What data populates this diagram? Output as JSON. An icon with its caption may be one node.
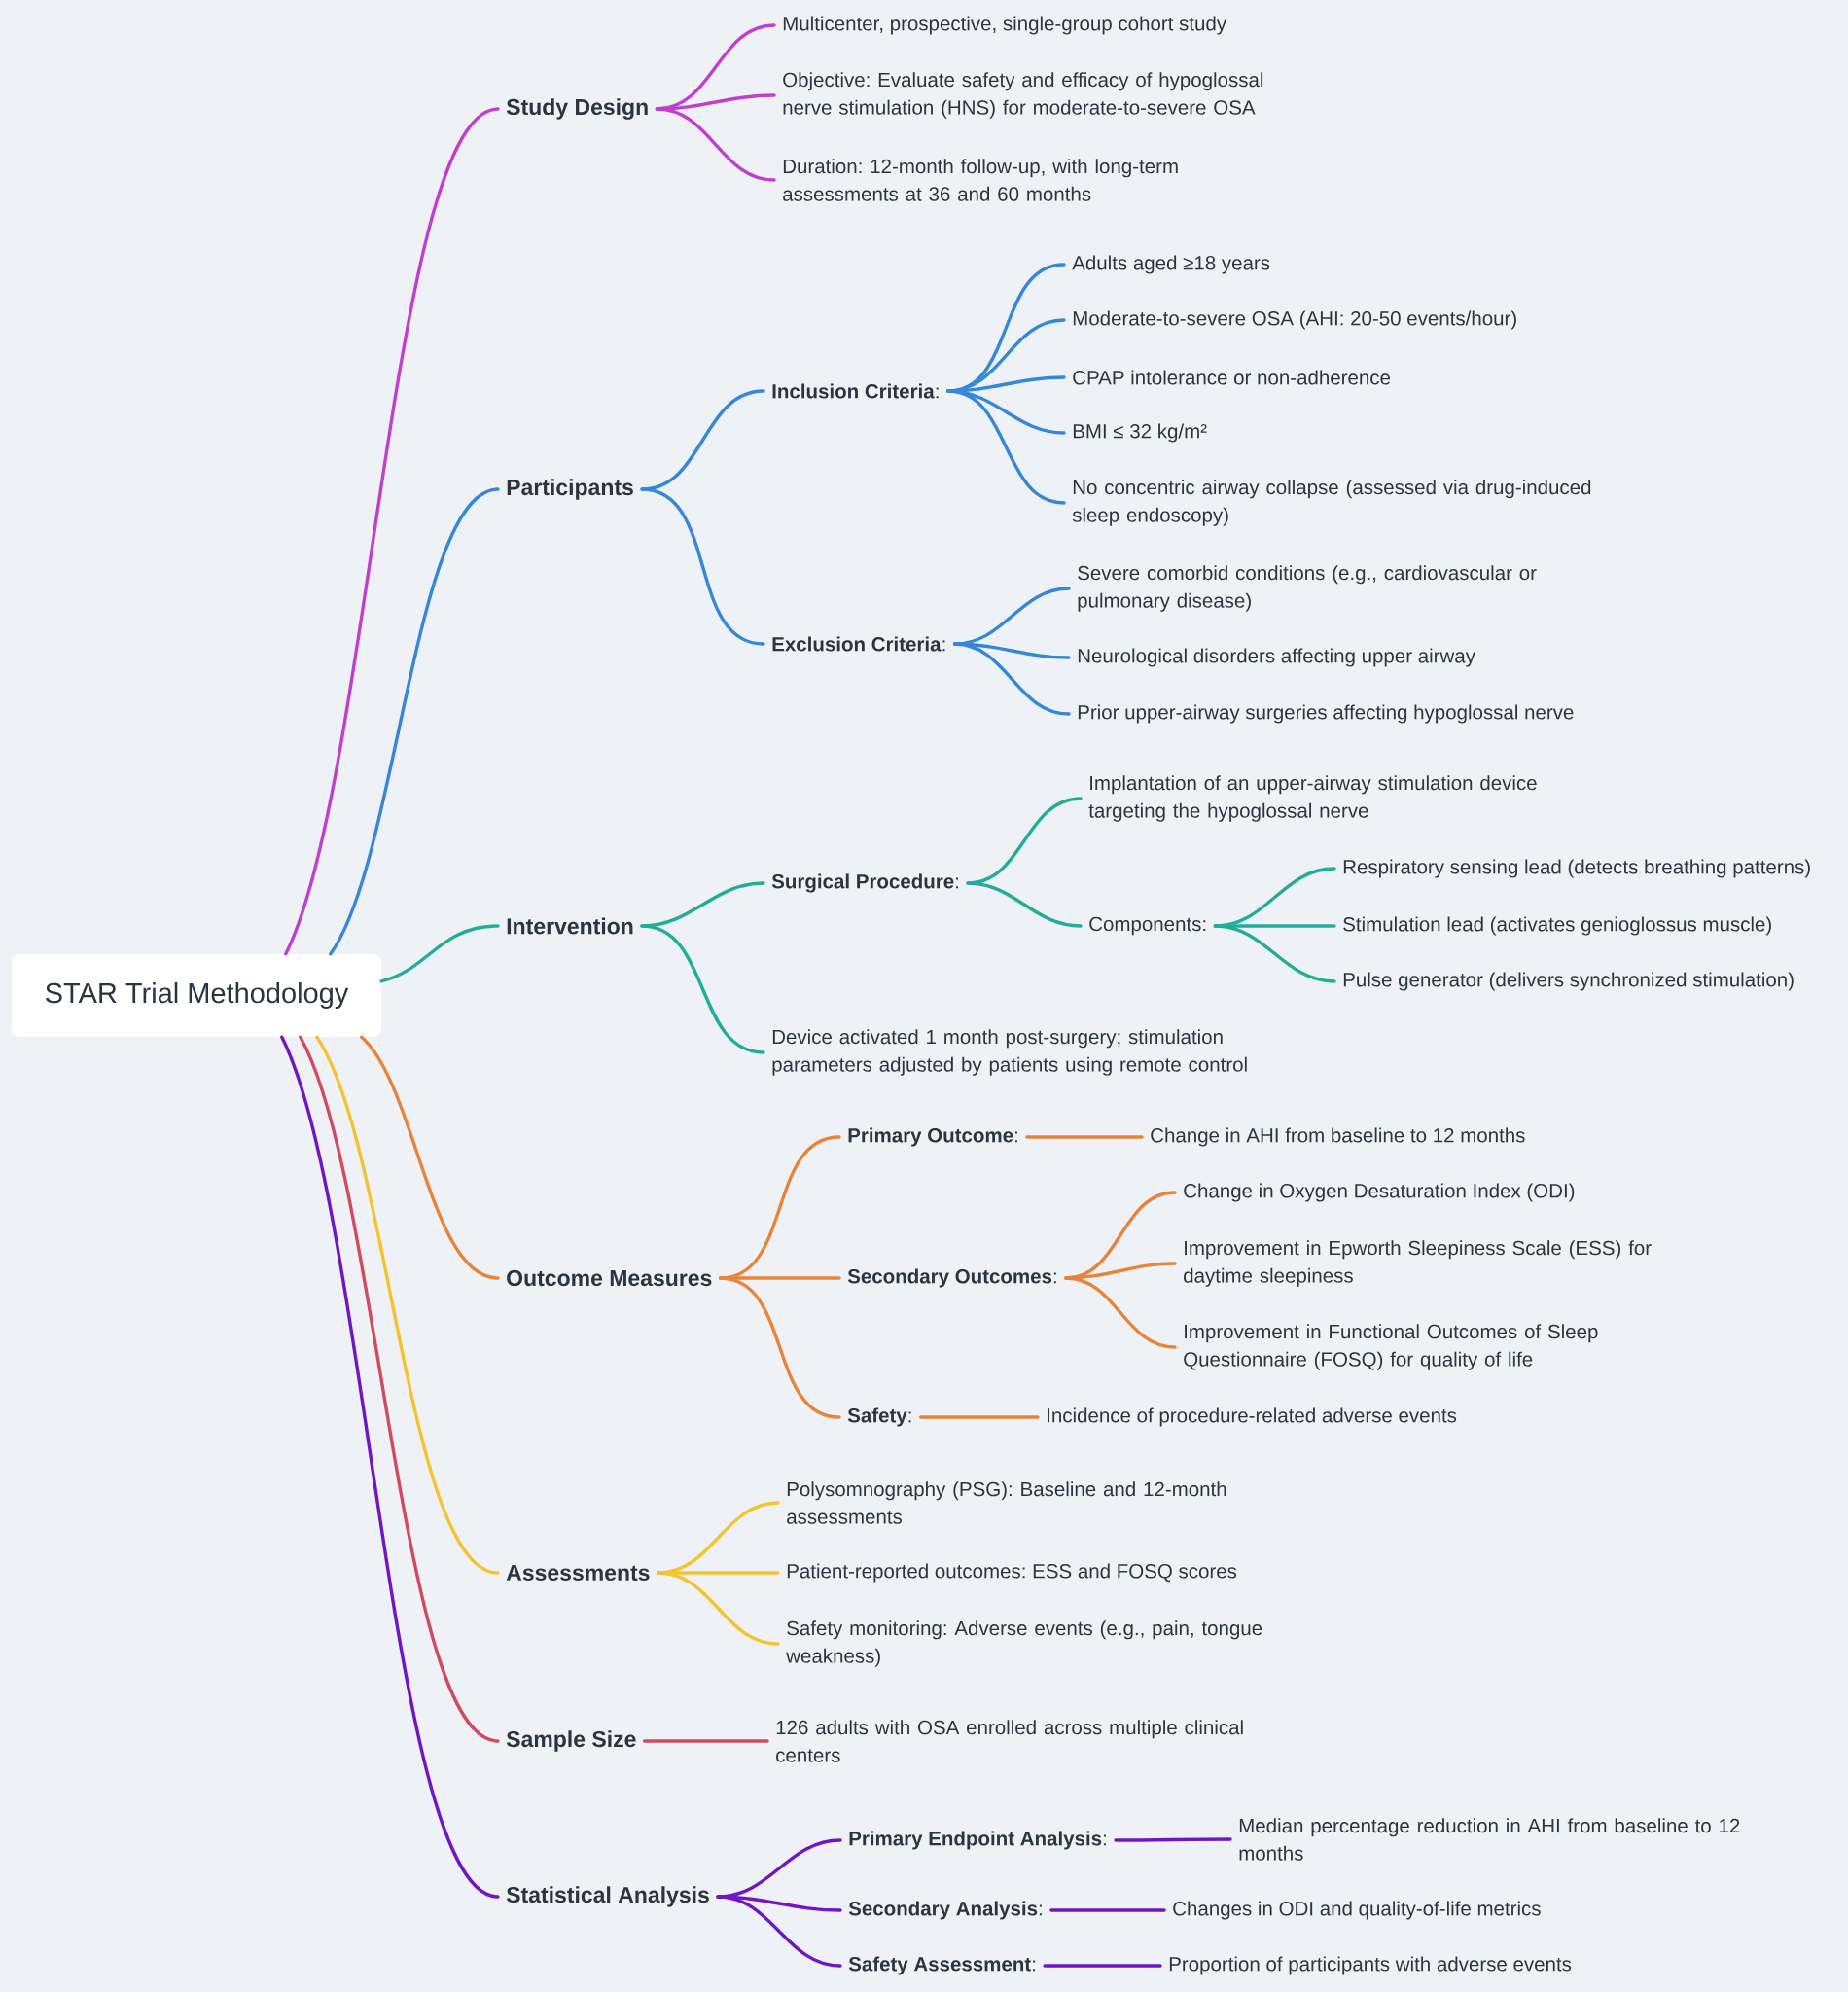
{
  "diagram": {
    "nodes": [
      {
        "text": [
          "STAR Trial Methodology"
        ]
      },
      {
        "text": [
          "Study Design"
        ]
      },
      {
        "text": [
          "Multicenter, prospective, single-group cohort study"
        ]
      },
      {
        "text": [
          "Objective: Evaluate safety and efficacy of hypoglossal nerve stimulation (HNS) for moderate-to-severe OSA"
        ]
      },
      {
        "text": [
          "Duration: 12-month follow-up, with long-term assessments at 36 and 60 months"
        ]
      },
      {
        "text": [
          "Participants"
        ]
      },
      {
        "text": [
          "**Inclusion Criteria**:"
        ]
      },
      {
        "text": [
          "Adults aged ≥18 years"
        ]
      },
      {
        "text": [
          "Moderate-to-severe OSA (AHI: 20-50 events/hour)"
        ]
      },
      {
        "text": [
          "CPAP intolerance or non-adherence"
        ]
      },
      {
        "text": [
          "BMI ≤ 32 kg/m²"
        ]
      },
      {
        "text": [
          "No concentric airway collapse (assessed via drug-induced sleep endoscopy)"
        ]
      },
      {
        "text": [
          "**Exclusion Criteria**:"
        ]
      },
      {
        "text": [
          "Severe comorbid conditions (e.g., cardiovascular or pulmonary disease)"
        ]
      },
      {
        "text": [
          "Neurological disorders affecting upper airway"
        ]
      },
      {
        "text": [
          "Prior upper-airway surgeries affecting hypoglossal nerve"
        ]
      },
      {
        "text": [
          "Intervention"
        ]
      },
      {
        "text": [
          "**Surgical Procedure**:"
        ]
      },
      {
        "text": [
          "Implantation of an upper-airway stimulation device targeting the hypoglossal nerve"
        ]
      },
      {
        "text": [
          "Components:"
        ]
      },
      {
        "text": [
          "Respiratory sensing lead (detects breathing patterns)"
        ]
      },
      {
        "text": [
          "Stimulation lead (activates genioglossus muscle)"
        ]
      },
      {
        "text": [
          "Pulse generator (delivers synchronized stimulation)"
        ]
      },
      {
        "text": [
          "Device activated 1 month post-surgery; stimulation parameters adjusted by patients using remote control"
        ]
      },
      {
        "text": [
          "Outcome Measures"
        ]
      },
      {
        "text": [
          "**Primary Outcome**:"
        ]
      },
      {
        "text": [
          "Change in AHI from baseline to 12 months"
        ]
      },
      {
        "text": [
          "**Secondary Outcomes**:"
        ]
      },
      {
        "text": [
          "Change in Oxygen Desaturation Index (ODI)"
        ]
      },
      {
        "text": [
          "Improvement in Epworth Sleepiness Scale (ESS) for daytime sleepiness"
        ]
      },
      {
        "text": [
          "Improvement in Functional Outcomes of Sleep Questionnaire (FOSQ) for quality of life"
        ]
      },
      {
        "text": [
          "**Safety**:"
        ]
      },
      {
        "text": [
          "Incidence of procedure-related adverse events"
        ]
      },
      {
        "text": [
          "Assessments"
        ]
      },
      {
        "text": [
          "Polysomnography (PSG): Baseline and 12-month assessments"
        ]
      },
      {
        "text": [
          "Patient-reported outcomes: ESS and FOSQ scores"
        ]
      },
      {
        "text": [
          "Safety monitoring: Adverse events (e.g., pain, tongue weakness)"
        ]
      },
      {
        "text": [
          "Sample Size"
        ]
      },
      {
        "text": [
          "126 adults with OSA enrolled across multiple clinical centers"
        ]
      },
      {
        "text": [
          "Statistical Analysis"
        ]
      },
      {
        "text": [
          "**Primary Endpoint Analysis**:"
        ]
      },
      {
        "text": [
          "Median percentage reduction in AHI from baseline to 12 months"
        ]
      },
      {
        "text": [
          "**Secondary Analysis**:"
        ]
      },
      {
        "text": [
          "Changes in ODI and quality-of-life metrics"
        ]
      },
      {
        "text": [
          "**Safety Assessment**:"
        ]
      },
      {
        "text": [
          "Proportion of participants with adverse events"
        ]
      }
    ],
    "edges": [
      {
        "from": 0,
        "to": 1,
        "arrow": "none",
        "color": "#c03fce"
      },
      {
        "from": 1,
        "to": 2,
        "arrow": "none",
        "color": "#c03fce"
      },
      {
        "from": 1,
        "to": 3,
        "arrow": "none",
        "color": "#c03fce"
      },
      {
        "from": 1,
        "to": 4,
        "arrow": "none",
        "color": "#c03fce"
      },
      {
        "from": 0,
        "to": 5,
        "arrow": "none"
      },
      {
        "from": 5,
        "to": 6,
        "arrow": "none"
      },
      {
        "from": 6,
        "to": 7,
        "arrow": "none"
      },
      {
        "from": 6,
        "to": 8,
        "arrow": "none"
      },
      {
        "from": 6,
        "to": 9,
        "arrow": "none"
      },
      {
        "from": 6,
        "to": 10,
        "arrow": "none"
      },
      {
        "from": 6,
        "to": 11,
        "arrow": "none"
      },
      {
        "from": 5,
        "to": 12,
        "arrow": "none"
      },
      {
        "from": 12,
        "to": 13,
        "arrow": "none"
      },
      {
        "from": 12,
        "to": 14,
        "arrow": "none"
      },
      {
        "from": 12,
        "to": 15,
        "arrow": "none"
      },
      {
        "from": 0,
        "to": 16,
        "arrow": "none",
        "color": "#22ad99"
      },
      {
        "from": 16,
        "to": 17,
        "arrow": "none",
        "color": "#22ad99"
      },
      {
        "from": 17,
        "to": 18,
        "arrow": "none",
        "color": "#22ad99"
      },
      {
        "from": 17,
        "to": 19,
        "arrow": "none",
        "color": "#22ad99"
      },
      {
        "from": 19,
        "to": 20,
        "arrow": "none",
        "color": "#22ad99"
      },
      {
        "from": 19,
        "to": 21,
        "arrow": "none",
        "color": "#22ad99"
      },
      {
        "from": 19,
        "to": 22,
        "arrow": "none",
        "color": "#22ad99"
      },
      {
        "from": 16,
        "to": 23,
        "arrow": "none",
        "color": "#22ad99"
      },
      {
        "from": 0,
        "to": 24,
        "arrow": "none",
        "color": "#e8843a"
      },
      {
        "from": 24,
        "to": 25,
        "arrow": "none",
        "color": "#e8843a"
      },
      {
        "from": 25,
        "to": 26,
        "arrow": "none",
        "color": "#e8843a"
      },
      {
        "from": 24,
        "to": 27,
        "arrow": "none",
        "color": "#e8843a"
      },
      {
        "from": 27,
        "to": 28,
        "arrow": "none",
        "color": "#e8843a"
      },
      {
        "from": 27,
        "to": 29,
        "arrow": "none",
        "color": "#e8843a"
      },
      {
        "from": 27,
        "to": 30,
        "arrow": "none",
        "color": "#e8843a"
      },
      {
        "from": 24,
        "to": 31,
        "arrow": "none",
        "color": "#e8843a"
      },
      {
        "from": 31,
        "to": 32,
        "arrow": "none",
        "color": "#e8843a"
      },
      {
        "from": 0,
        "to": 33,
        "arrow": "none",
        "color": "#f4c430"
      },
      {
        "from": 33,
        "to": 34,
        "arrow": "none",
        "color": "#f4c430"
      },
      {
        "from": 33,
        "to": 35,
        "arrow": "none",
        "color": "#f4c430"
      },
      {
        "from": 33,
        "to": 36,
        "arrow": "none",
        "color": "#f4c430"
      },
      {
        "from": 0,
        "to": 37,
        "arrow": "none",
        "color": "#d24b5d"
      },
      {
        "from": 37,
        "to": 38,
        "arrow": "none",
        "color": "#d24b5d"
      },
      {
        "from": 0,
        "to": 39,
        "arrow": "none",
        "color": "#7016c4"
      },
      {
        "from": 39,
        "to": 40,
        "arrow": "none",
        "color": "#7016c4"
      },
      {
        "from": 40,
        "to": 41,
        "arrow": "none",
        "color": "#7016c4"
      },
      {
        "from": 39,
        "to": 42,
        "arrow": "none",
        "color": "#7016c4"
      },
      {
        "from": 42,
        "to": 43,
        "arrow": "none",
        "color": "#7016c4"
      },
      {
        "from": 39,
        "to": 44,
        "arrow": "none",
        "color": "#7016c4"
      },
      {
        "from": 44,
        "to": 45,
        "arrow": "none",
        "color": "#7016c4"
      }
    ]
  }
}
